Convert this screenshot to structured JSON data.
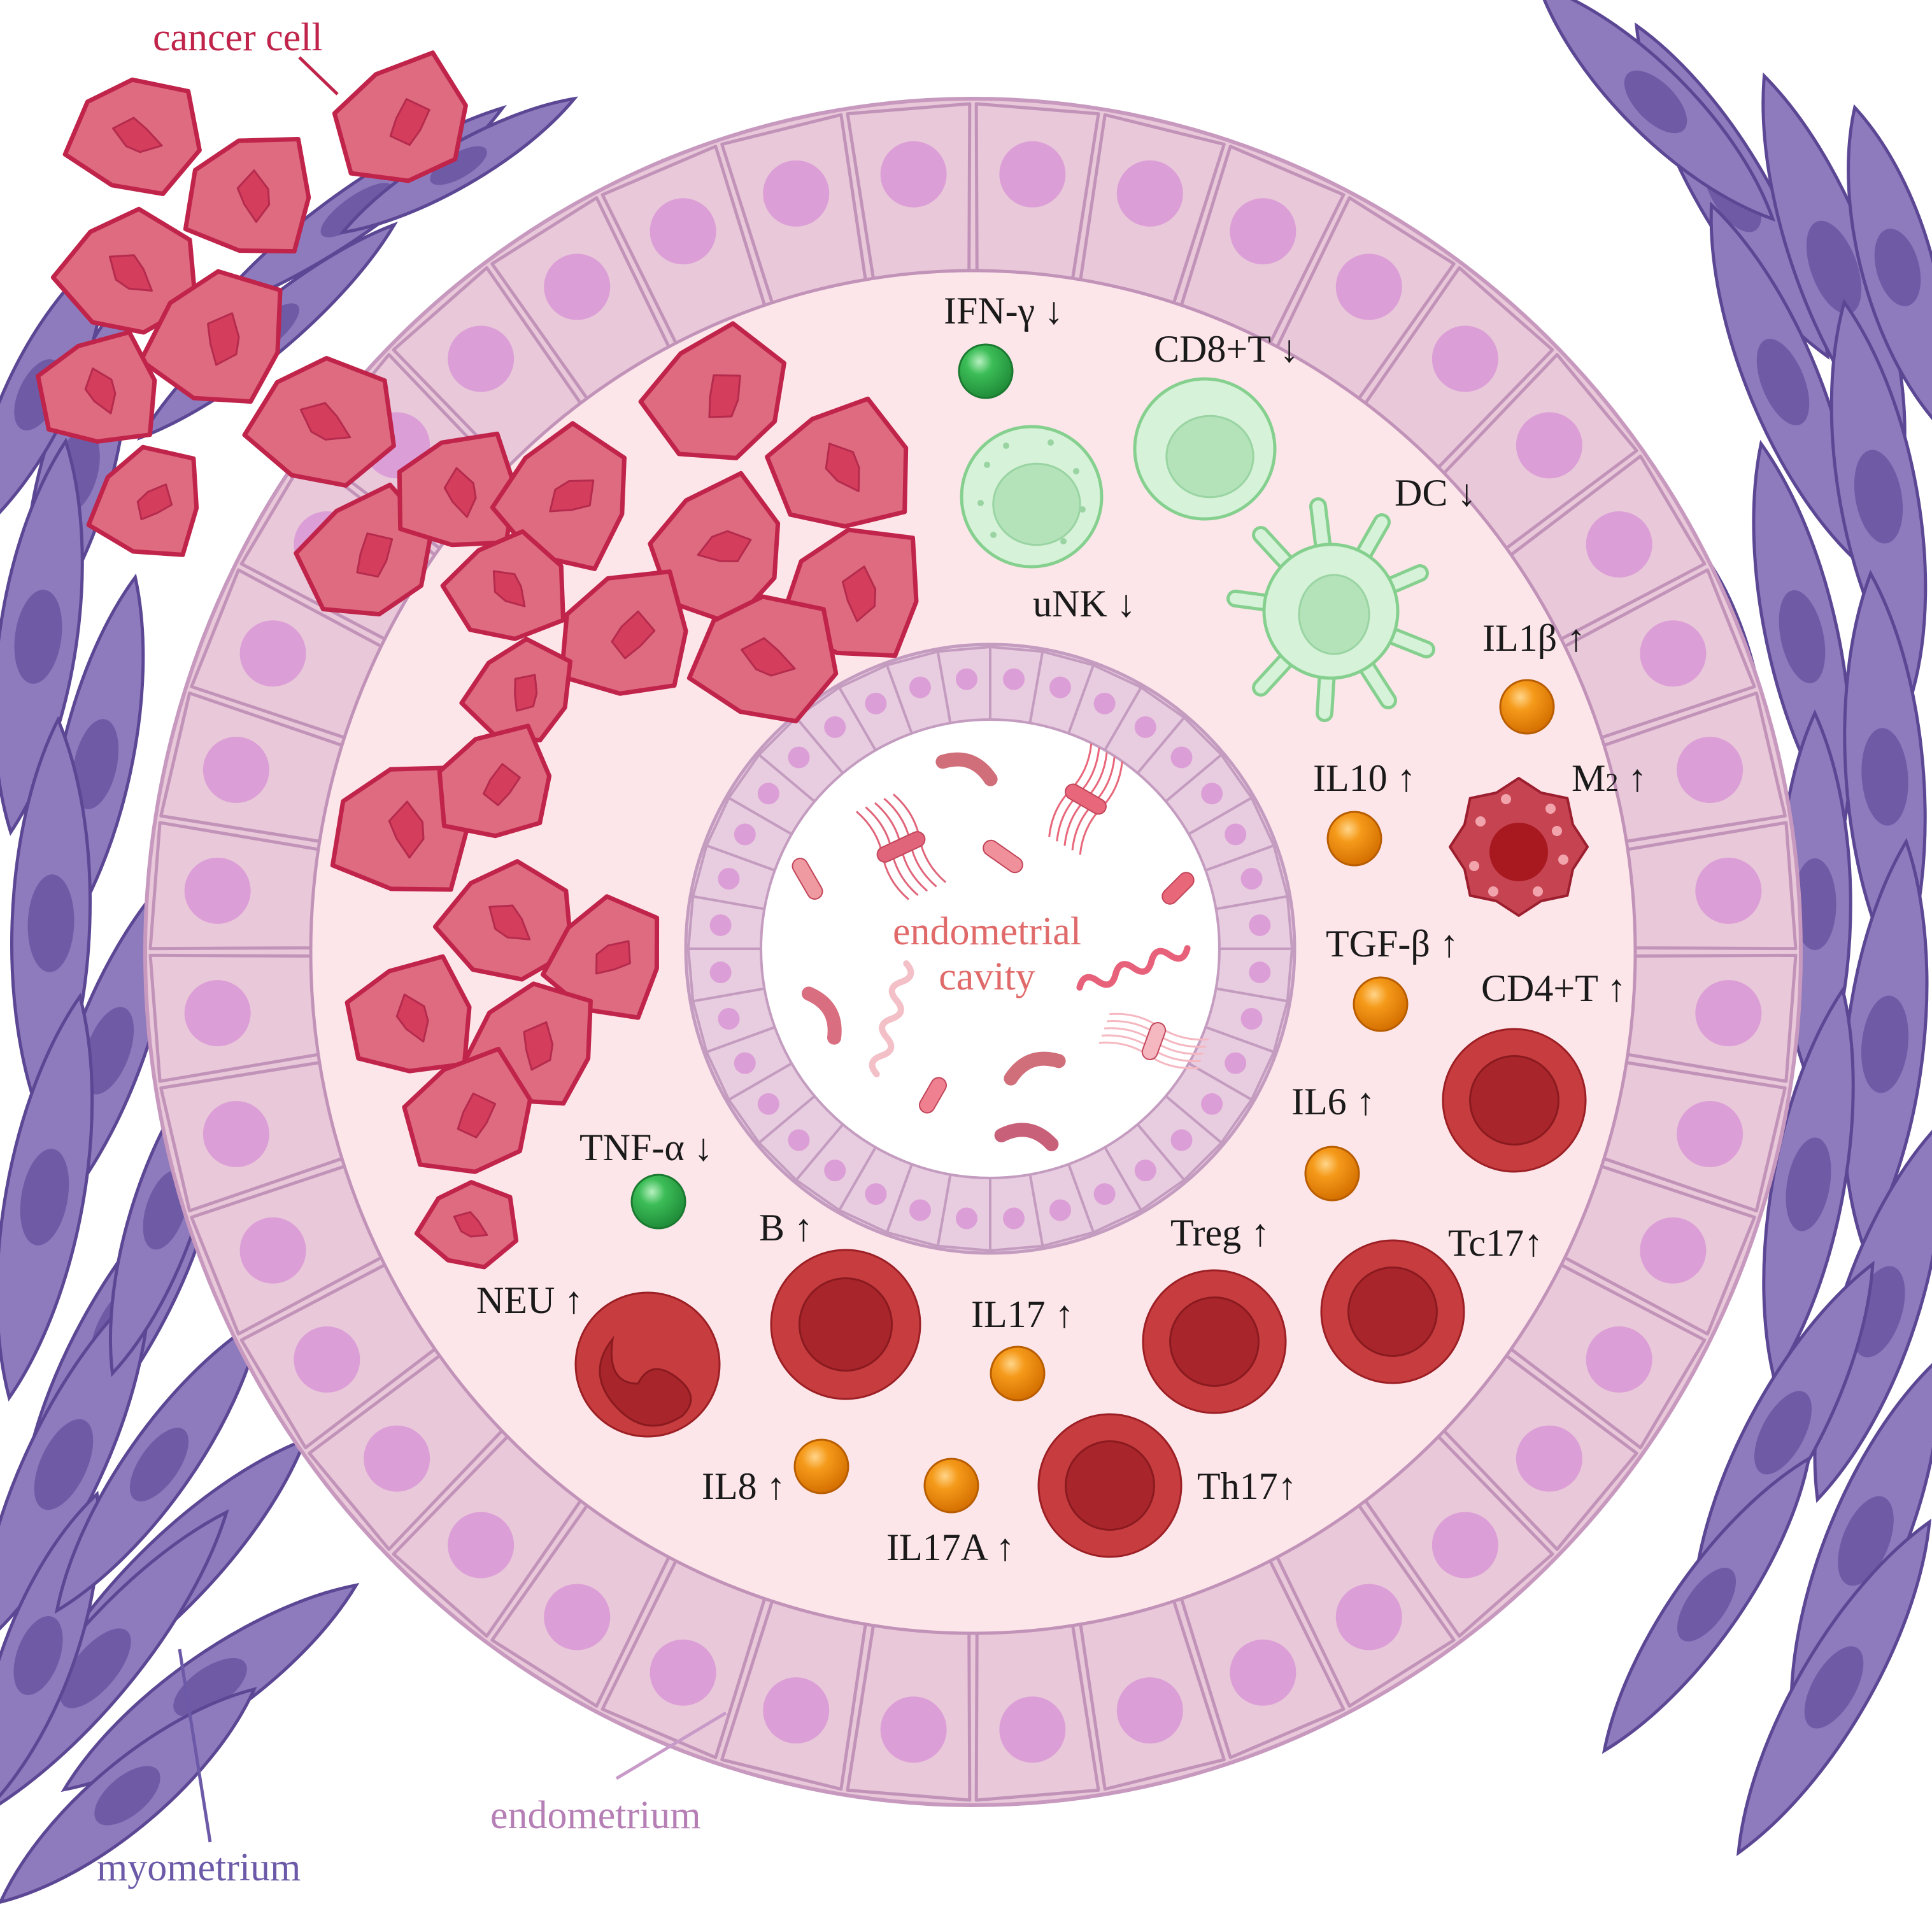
{
  "colors": {
    "myometrium": "#8e7bbd",
    "myometrium_nucleus": "#6f5aa6",
    "endometrium_cell": "#e9c8da",
    "endometrium_nucleus": "#dc9ed6",
    "lumen_tissue": "#fde6ea",
    "cancer_cell": "#df6b80",
    "cancer_nucleus": "#d43d5c",
    "cancer_stroke": "#c0244a",
    "up_cell": "#c63c3f",
    "up_cell_inner": "#a8262b",
    "down_cell": "#d6f2d8",
    "down_cell_stroke": "#86d08f",
    "down_cytokine": "#2fae4c",
    "up_cytokine": "#ef8a0c",
    "bacteria": "#df6a72"
  },
  "regions": {
    "cancer_cell": "cancer cell",
    "endometrium": "endometrium",
    "myometrium": "myometrium",
    "cavity_line1": "endometrial",
    "cavity_line2": "cavity"
  },
  "labels": {
    "ifn_gamma": "IFN-γ ↓",
    "cd8_t": "CD8+T ↓",
    "dc": "DC ↓",
    "unk": "uNK ↓",
    "il1b": "IL1β ↑",
    "il10": "IL10 ↑",
    "m2_main": "M",
    "m2_sub": "2",
    "m2_arrow": " ↑",
    "tgf_b": "TGF-β ↑",
    "cd4_t": "CD4+T ↑",
    "il6": "IL6 ↑",
    "tnf_a": "TNF-α ↓",
    "b": "B ↑",
    "treg": "Treg ↑",
    "tc17": "Tc17↑",
    "neu": "NEU ↑",
    "il17": "IL17 ↑",
    "il8": "IL8 ↑",
    "il17a": "IL17A ↑",
    "th17": "Th17↑"
  },
  "icons": {
    "immune_down": "pale-green-immune-cell-icon",
    "immune_up": "red-immune-cell-icon",
    "cytokine_down": "green-sphere-icon",
    "cytokine_up": "orange-sphere-icon",
    "macrophage": "m2-macrophage-icon",
    "neutrophil": "neutrophil-icon",
    "dendritic": "dendritic-cell-icon",
    "bacteria": "bacteria-icon"
  }
}
